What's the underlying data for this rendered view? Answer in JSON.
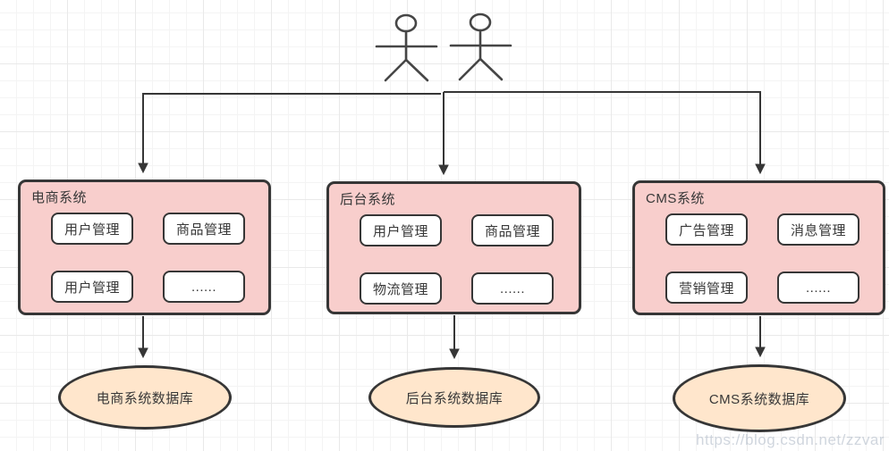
{
  "diagram": {
    "actors": [
      {
        "name": "user-actor-left"
      },
      {
        "name": "user-actor-right"
      }
    ],
    "systems": [
      {
        "title": "电商系统",
        "modules": [
          "用户管理",
          "商品管理",
          "用户管理",
          "......"
        ],
        "database": "电商系统数据库"
      },
      {
        "title": "后台系统",
        "modules": [
          "用户管理",
          "商品管理",
          "物流管理",
          "......"
        ],
        "database": "后台系统数据库"
      },
      {
        "title": "CMS系统",
        "modules": [
          "广告管理",
          "消息管理",
          "营销管理",
          "......"
        ],
        "database": "CMS系统数据库"
      }
    ],
    "watermark": "https://blog.csdn.net/zzvar",
    "colors": {
      "system_fill": "#f8cecc",
      "module_fill": "#ffffff",
      "database_fill": "#ffe6cc",
      "stroke": "#363636",
      "grid_minor": "#f4f4f4",
      "grid_major": "#e9e9e9",
      "watermark_text": "#aab4c3"
    }
  }
}
